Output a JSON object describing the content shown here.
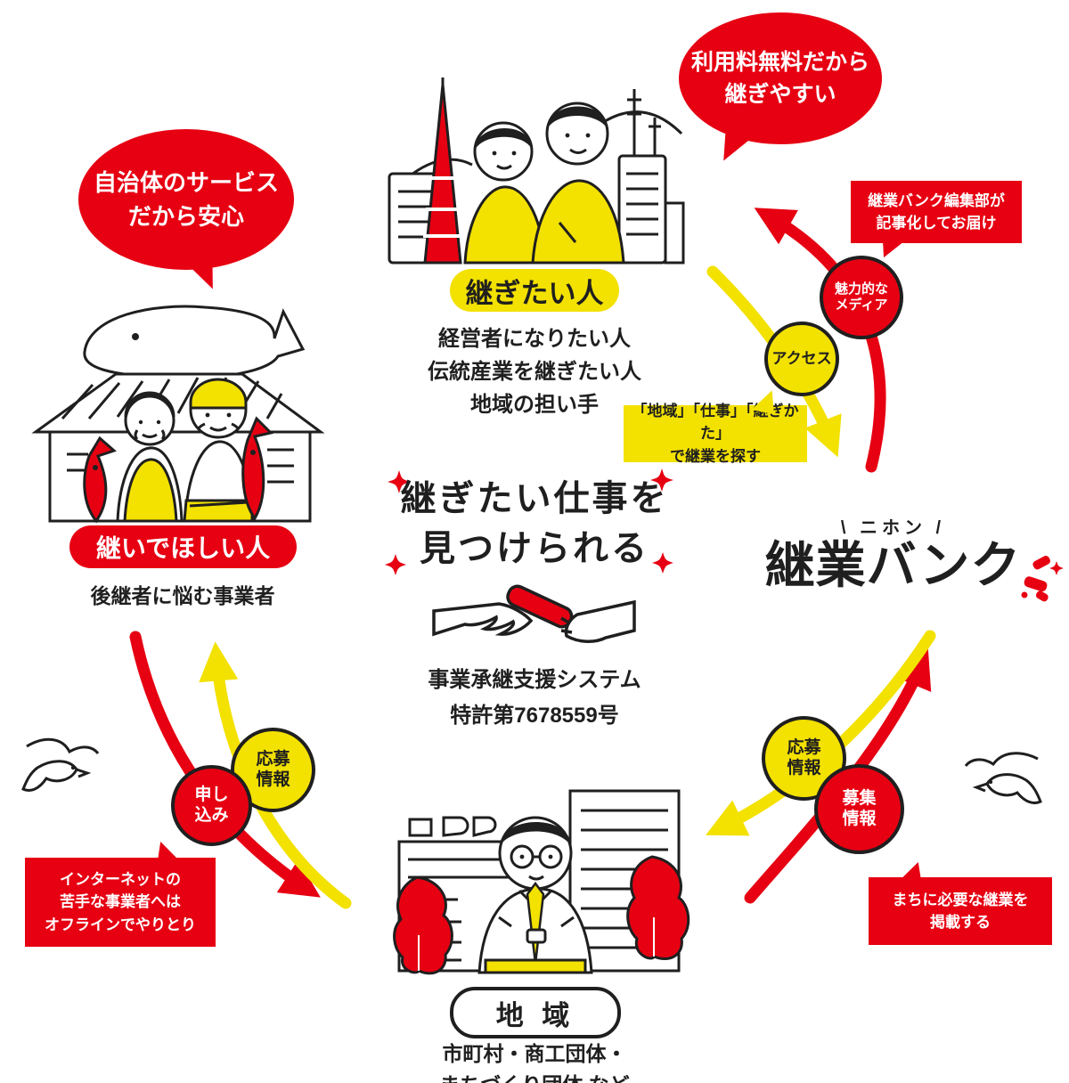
{
  "colors": {
    "red": "#e60012",
    "yellow": "#f3e100",
    "ink": "#1f1f1f"
  },
  "bubbles": {
    "free": [
      "利用料無料だから",
      "継ぎやすい"
    ],
    "municipal": [
      "自治体のサービス",
      "だから安心"
    ]
  },
  "actors": {
    "successor": {
      "label": "継ぎたい人",
      "desc": [
        "経営者になりたい人",
        "伝統産業を継ぎたい人",
        "地域の担い手"
      ]
    },
    "owner": {
      "label": "継いでほしい人",
      "desc": "後継者に悩む事業者"
    },
    "region": {
      "label": "地 域",
      "desc": [
        "市町村・商工団体・",
        "まちづくり団体 など"
      ]
    }
  },
  "center": {
    "headline": [
      "継ぎたい仕事を",
      "見つけられる"
    ],
    "system": "事業承継支援システム",
    "patent": "特許第7678559号"
  },
  "logo": {
    "top": "\\ ニホン /",
    "name": "継業バンク"
  },
  "nodes": {
    "media": [
      "魅力的な",
      "メディア"
    ],
    "access": "アクセス",
    "apply_info_left": [
      "応募",
      "情報"
    ],
    "application": [
      "申し",
      "込み"
    ],
    "apply_info_right": [
      "応募",
      "情報"
    ],
    "recruit_info": [
      "募集",
      "情報"
    ]
  },
  "callouts": {
    "editorial": [
      "継業バンク編集部が",
      "記事化してお届け"
    ],
    "search": [
      "「地域」「仕事」「継ぎかた」",
      "で継業を探す"
    ],
    "offline": [
      "インターネットの",
      "苦手な事業者へは",
      "オフラインでやりとり"
    ],
    "publish": [
      "まちに必要な継業を",
      "掲載する"
    ]
  }
}
